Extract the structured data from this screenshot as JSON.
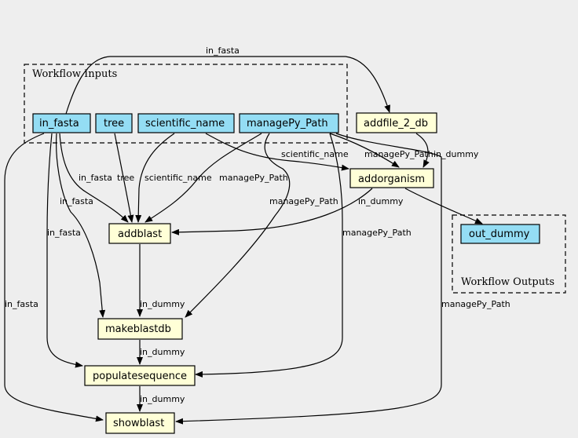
{
  "colors": {
    "background": "#eeeeee",
    "input_fill": "#94ddf4",
    "step_fill": "#ffffd7",
    "edge": "#000000"
  },
  "clusters": {
    "inputs_label": "Workflow Inputs",
    "outputs_label": "Workflow Outputs"
  },
  "nodes": {
    "in_fasta": "in_fasta",
    "tree": "tree",
    "scientific_name": "scientific_name",
    "managePy_Path": "managePy_Path",
    "addfile_2_db": "addfile_2_db",
    "addorganism": "addorganism",
    "addblast": "addblast",
    "makeblastdb": "makeblastdb",
    "populatesequence": "populatesequence",
    "showblast": "showblast",
    "out_dummy": "out_dummy"
  },
  "edge_labels": {
    "in_fasta_addfile": "in_fasta",
    "sciname_addorganism": "scientific_name",
    "managepy_addorganism": "managePy_Path",
    "dummy_addorganism": "in_dummy",
    "infasta_addblast": "in_fasta",
    "tree_addblast": "tree",
    "sciname_addblast": "scientific_name",
    "managepy_addblast": "managePy_Path",
    "infasta_makeblastdb": "in_fasta",
    "managepy_makeblastdb": "managePy_Path",
    "dummy_addblast": "in_dummy",
    "managepy_populate": "managePy_Path",
    "infasta_populate": "in_fasta",
    "infasta_showblast": "in_fasta",
    "managepy_showblast": "managePy_Path",
    "dummy_makeblastdb": "in_dummy",
    "dummy_populate": "in_dummy",
    "dummy_showblast": "in_dummy"
  }
}
